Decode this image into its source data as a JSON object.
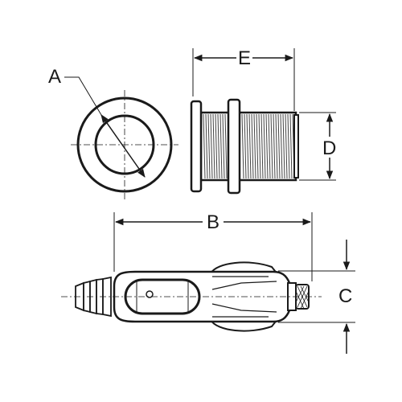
{
  "labels": {
    "a": "A",
    "b": "B",
    "c": "C",
    "d": "D",
    "e": "E"
  },
  "colors": {
    "line": "#1a1a1a",
    "fill": "#ffffff",
    "thread": "#444444"
  }
}
